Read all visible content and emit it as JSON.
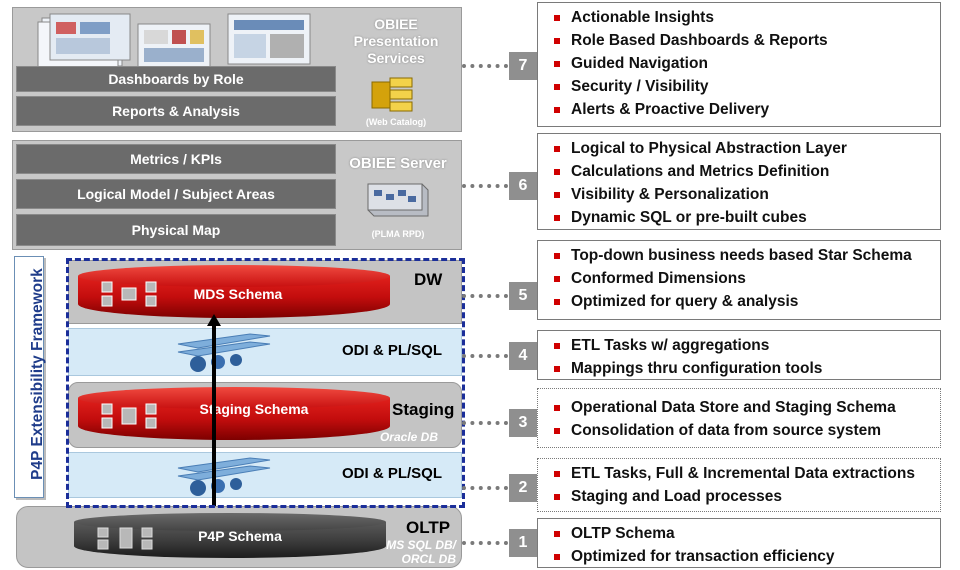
{
  "presentation": {
    "title": "OBIEE\nPresentation\nServices",
    "caption": "(Web Catalog)",
    "bars": [
      "Dashboards by Role",
      "Reports & Analysis"
    ]
  },
  "server": {
    "title": "OBIEE Server",
    "caption": "(PLMA RPD)",
    "bars": [
      "Metrics / KPIs",
      "Logical Model / Subject Areas",
      "Physical Map"
    ]
  },
  "framework_label": "P4P Extensibility Framework",
  "dw": {
    "cylinder": "MDS Schema",
    "tag": "DW"
  },
  "etl_upper": {
    "label": "ODI & PL/SQL"
  },
  "staging": {
    "cylinder": "Staging Schema",
    "tag": "Staging",
    "db": "Oracle DB"
  },
  "etl_lower": {
    "label": "ODI & PL/SQL"
  },
  "oltp": {
    "cylinder": "P4P Schema",
    "tag": "OLTP",
    "db": "MS SQL DB/\nORCL DB"
  },
  "steps": [
    {
      "num": "7",
      "items": [
        "Actionable Insights",
        "Role Based Dashboards & Reports",
        "Guided Navigation",
        "Security / Visibility",
        "Alerts & Proactive Delivery"
      ]
    },
    {
      "num": "6",
      "items": [
        "Logical to Physical Abstraction Layer",
        "Calculations and Metrics Definition",
        "Visibility & Personalization",
        "Dynamic SQL or pre-built cubes"
      ]
    },
    {
      "num": "5",
      "items": [
        "Top-down business needs based Star Schema",
        "Conformed Dimensions",
        "Optimized for query & analysis"
      ]
    },
    {
      "num": "4",
      "items": [
        "ETL Tasks w/ aggregations",
        "Mappings thru configuration tools"
      ]
    },
    {
      "num": "3",
      "items": [
        "Operational Data Store and Staging Schema",
        "Consolidation of data from source system"
      ]
    },
    {
      "num": "2",
      "items": [
        "ETL Tasks, Full & Incremental Data extractions",
        "Staging and Load processes"
      ]
    },
    {
      "num": "1",
      "items": [
        "OLTP Schema",
        "Optimized for transaction efficiency"
      ]
    }
  ],
  "colors": {
    "accent_red": "#c00000",
    "bullet_red": "#d00000",
    "frame_blue": "#1b2e99",
    "band_blue": "#d6eaf7",
    "panel_gray": "#c8c8c8"
  }
}
